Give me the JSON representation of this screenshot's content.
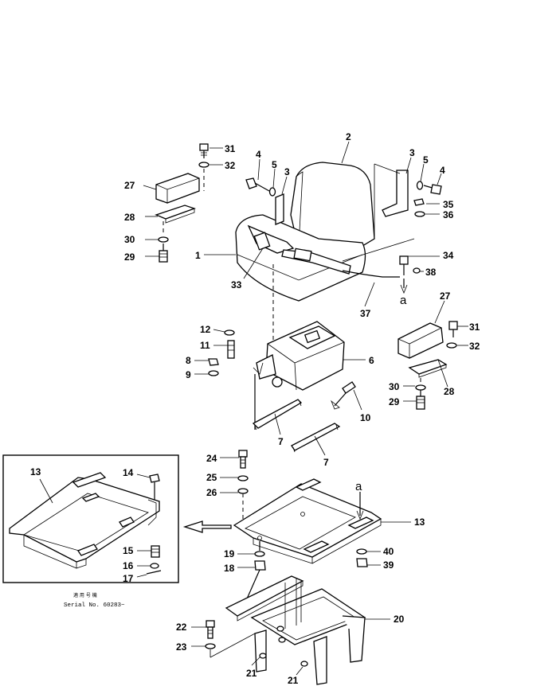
{
  "callouts": {
    "c2": "2",
    "c3a": "3",
    "c3b": "3",
    "c4a": "4",
    "c4b": "4",
    "c5a": "5",
    "c5b": "5",
    "c31a": "31",
    "c32a": "32",
    "c27a": "27",
    "c28a": "28",
    "c30a": "30",
    "c29a": "29",
    "c1": "1",
    "c33": "33",
    "c35": "35",
    "c36": "36",
    "c34": "34",
    "c38": "38",
    "c37": "37",
    "ca1": "a",
    "c12": "12",
    "c11": "11",
    "c8": "8",
    "c9": "9",
    "c6": "6",
    "c10": "10",
    "c7a": "7",
    "c7b": "7",
    "c27b": "27",
    "c31b": "31",
    "c32b": "32",
    "c30b": "30",
    "c29b": "29",
    "c28b": "28",
    "c24": "24",
    "c25": "25",
    "c26": "26",
    "ca2": "a",
    "c13b": "13",
    "c19": "19",
    "c18": "18",
    "c40": "40",
    "c39": "39",
    "c20": "20",
    "c22": "22",
    "c23": "23",
    "c21a": "21",
    "c21b": "21",
    "c13a": "13",
    "c14": "14",
    "c15": "15",
    "c16": "16",
    "c17": "17"
  },
  "inset": {
    "serial_jp": "適 用 号 機",
    "serial_text": "Serial No. 60283~"
  }
}
